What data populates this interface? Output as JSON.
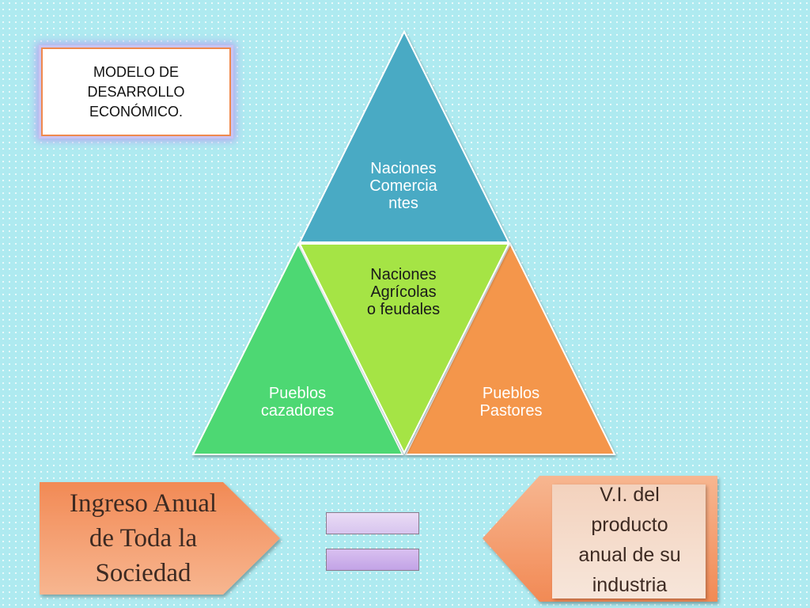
{
  "title": {
    "text": "MODELO DE\nDESARROLLO\nECONÓMICO."
  },
  "pyramid": {
    "top": {
      "label": "Naciones\nComercia\nntes",
      "color": "#4aaac4"
    },
    "center": {
      "label": "Naciones\nAgrícolas\no feudales",
      "color": "#a5e445"
    },
    "bottom_left": {
      "label": "Pueblos\ncazadores",
      "color": "#4ed873"
    },
    "bottom_right": {
      "label": "Pueblos\nPastores",
      "color": "#f4964c"
    }
  },
  "left_callout": {
    "text": "Ingreso Anual\nde Toda la\nSociedad",
    "color": "#f6a06c"
  },
  "right_callout": {
    "text": "V.I. del\nproducto\nanual de su\nindustria",
    "color": "#f6a06c"
  },
  "equals": {
    "top_color": "#e4d2f3",
    "bottom_color": "#cdb0ea"
  }
}
